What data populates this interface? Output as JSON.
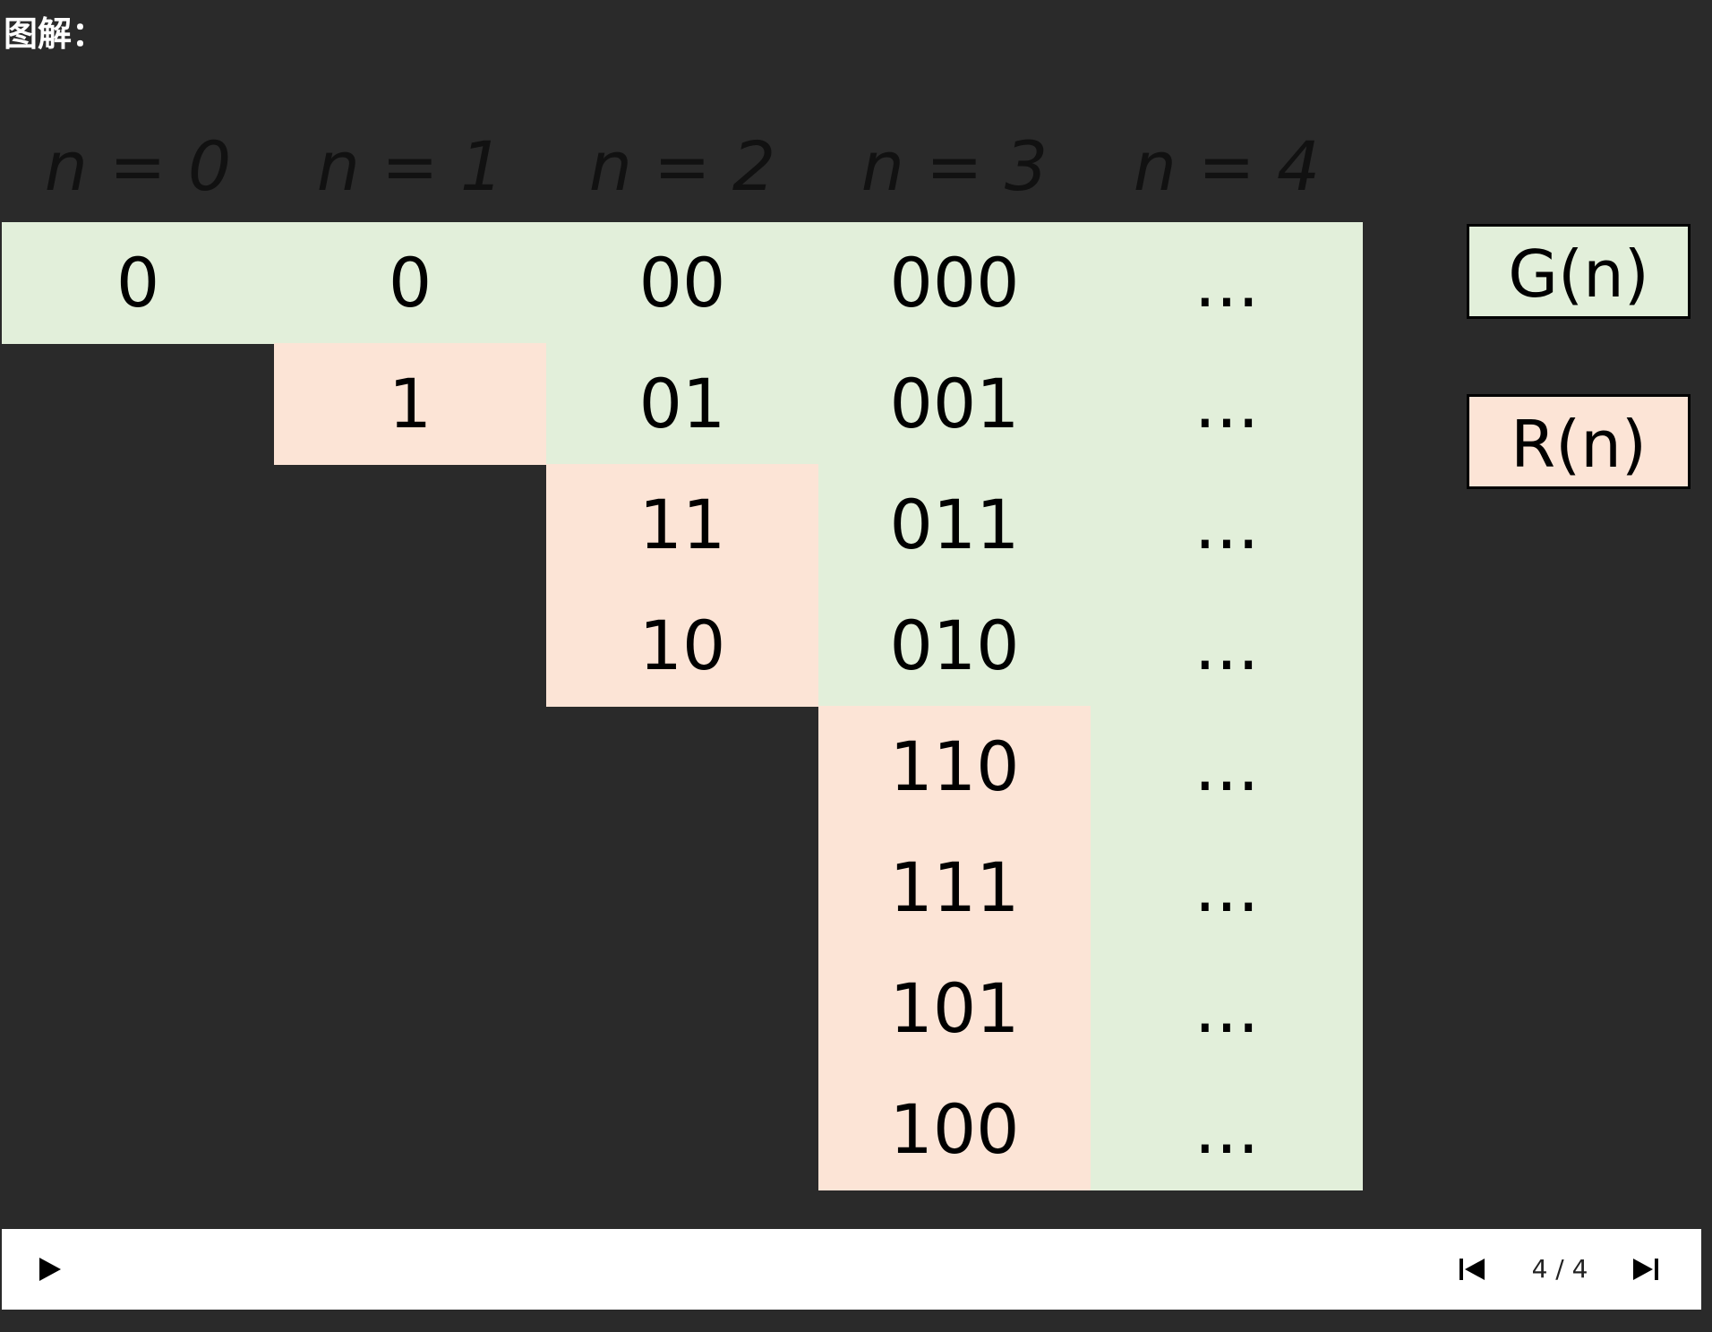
{
  "heading": "图解：",
  "columns": [
    {
      "label": "n = 0",
      "cells": [
        {
          "text": "0",
          "group": "g"
        }
      ]
    },
    {
      "label": "n = 1",
      "cells": [
        {
          "text": "0",
          "group": "g"
        },
        {
          "text": "1",
          "group": "r"
        }
      ]
    },
    {
      "label": "n = 2",
      "cells": [
        {
          "text": "00",
          "group": "g"
        },
        {
          "text": "01",
          "group": "g"
        },
        {
          "text": "11",
          "group": "r"
        },
        {
          "text": "10",
          "group": "r"
        }
      ]
    },
    {
      "label": "n = 3",
      "cells": [
        {
          "text": "000",
          "group": "g"
        },
        {
          "text": "001",
          "group": "g"
        },
        {
          "text": "011",
          "group": "g"
        },
        {
          "text": "010",
          "group": "g"
        },
        {
          "text": "110",
          "group": "r"
        },
        {
          "text": "111",
          "group": "r"
        },
        {
          "text": "101",
          "group": "r"
        },
        {
          "text": "100",
          "group": "r"
        }
      ]
    },
    {
      "label": "n = 4",
      "cells": [
        {
          "text": "...",
          "group": "g"
        },
        {
          "text": "...",
          "group": "g"
        },
        {
          "text": "...",
          "group": "g"
        },
        {
          "text": "...",
          "group": "g"
        },
        {
          "text": "...",
          "group": "g"
        },
        {
          "text": "...",
          "group": "g"
        },
        {
          "text": "...",
          "group": "g"
        },
        {
          "text": "...",
          "group": "g"
        }
      ]
    }
  ],
  "legend": {
    "g_label": "G(n)",
    "r_label": "R(n)"
  },
  "colors": {
    "background": "#2a2a2a",
    "g_fill": "#e2efda",
    "r_fill": "#fce4d6"
  },
  "player": {
    "play_icon": "play-icon",
    "prev_icon": "skip-previous-icon",
    "next_icon": "skip-next-icon",
    "page_counter": "4 / 4"
  }
}
